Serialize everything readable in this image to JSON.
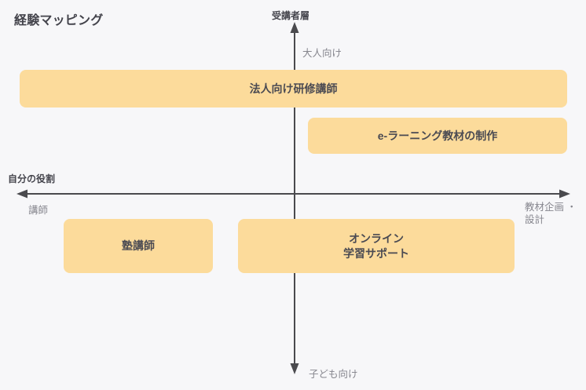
{
  "title": "経験マッピング",
  "colors": {
    "background": "#f7f7f9",
    "card_fill": "#fcdb9b",
    "card_text": "#4a4a52",
    "axis_line": "#4a4a4e",
    "axis_name_text": "#45454d",
    "axis_pole_text": "#86868e"
  },
  "axes": {
    "vertical": {
      "name": "受講者層",
      "top_pole": "大人向け",
      "bottom_pole": "子ども向け"
    },
    "horizontal": {
      "name": "自分の役割",
      "left_pole": "講師",
      "right_pole": "教材企画\n・設計"
    }
  },
  "items": [
    {
      "label": "法人向け研修講師",
      "quadrant": "top-span"
    },
    {
      "label": "e-ラーニング教材の制作",
      "quadrant": "top-right"
    },
    {
      "label": "塾講師",
      "quadrant": "bottom-left"
    },
    {
      "label": "オンライン\n学習サポート",
      "quadrant": "bottom-right"
    }
  ]
}
